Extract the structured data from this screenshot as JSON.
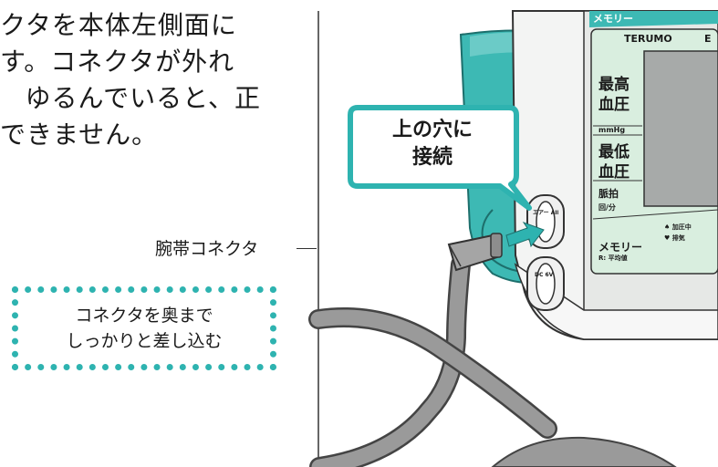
{
  "instructions": {
    "line1": "クタを本体左側面に",
    "line2": "す。コネクタが外れ",
    "line3": "ゆるんでいると、正",
    "line4": "できません。"
  },
  "callout": {
    "line1": "上の穴に",
    "line2": "接続"
  },
  "cuff_connector_label": "腕帯コネクタ",
  "tip": {
    "line1": "コネクタを奥まで",
    "line2": "しっかりと差し込む"
  },
  "device": {
    "top_label": "メモリー",
    "brand": "TERUMO",
    "brand_suffix": "E",
    "systolic_label_1": "最高",
    "systolic_label_2": "血圧",
    "unit": "mmHg",
    "diastolic_label_1": "最低",
    "diastolic_label_2": "血圧",
    "pulse_label": "脈拍",
    "pulse_unit": "回/分",
    "memory_label": "メモリー",
    "memory_sub": "R: 平均値",
    "indicator_1": "♠ 加圧中",
    "indicator_2": "♥ 排気",
    "air_port_label": "エアー AIR",
    "dc_port_label": "DC 6V"
  },
  "colors": {
    "accent": "#2eb3b0",
    "cuff": "#3db9b4",
    "panel_green": "#d9eedf"
  }
}
